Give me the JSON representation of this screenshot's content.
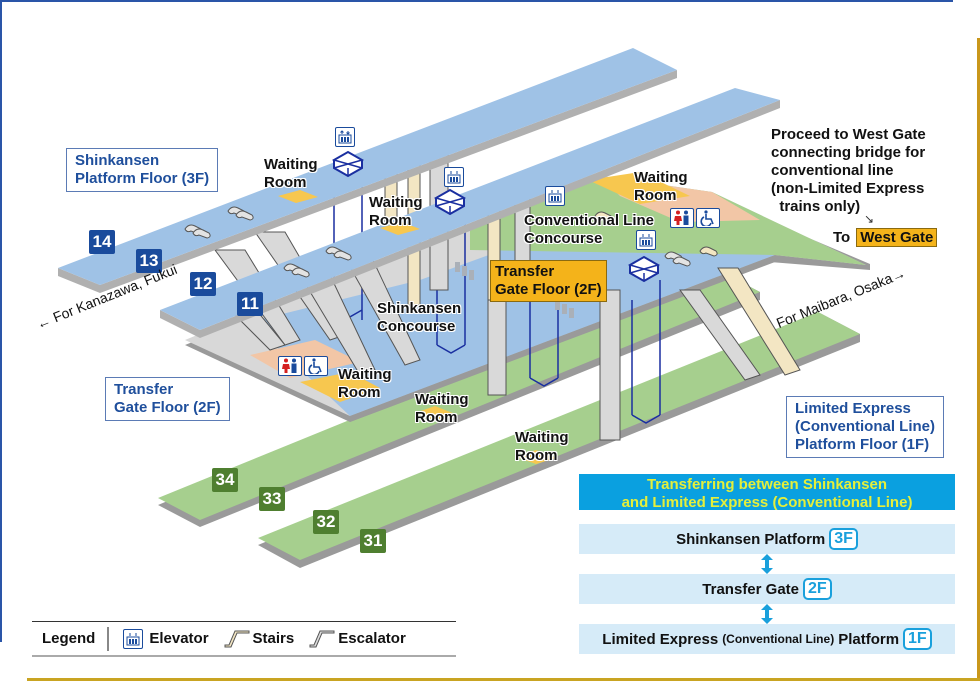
{
  "colors": {
    "frame_blue": "#2a55a8",
    "frame_gold": "#c9971b",
    "shinkansen_floor": "#9fc2e6",
    "conventional_floor": "#a6cf8e",
    "slab_shadow": "#b5b5b5",
    "waiting_room": "#f7c74f",
    "restroom_area": "#f2c6a6",
    "gate_highlight": "#f4b31a",
    "elevator_blue": "#1a2fa0",
    "panel_header": "#0aa0e0",
    "panel_header_text": "#e5ef3a",
    "panel_row": "#d6ebf8",
    "floor_badge": "#1aa0dc",
    "track_blue": "#1a4b9c",
    "track_green": "#4f7f30"
  },
  "floor_labels": {
    "shinkansen_3f": [
      "Shinkansen",
      "Platform Floor (3F)"
    ],
    "transfer_2f": [
      "Transfer",
      "Gate Floor (2F)"
    ],
    "transfer_gate_center": [
      "Transfer",
      "Gate Floor (2F)"
    ],
    "limited_express_1f": [
      "Limited Express",
      "(Conventional Line)",
      "Platform Floor (1F)"
    ]
  },
  "tracks": {
    "shinkansen": [
      "14",
      "13",
      "12",
      "11"
    ],
    "conventional": [
      "34",
      "33",
      "32",
      "31"
    ]
  },
  "areas": {
    "waiting_room": [
      "Waiting",
      "Room"
    ],
    "shinkansen_concourse": [
      "Shinkansen",
      "Concourse"
    ],
    "conventional_concourse": [
      "Conventional Line",
      "Concourse"
    ]
  },
  "directions": {
    "west": "← For Kanazawa, Fukui",
    "east": "For Maibara, Osaka→"
  },
  "west_gate_note": {
    "lines": [
      "Proceed to West Gate",
      "connecting bridge for",
      "conventional line",
      "(non-Limited Express",
      "  trains only)"
    ],
    "arrow": "↘",
    "to_label": "To",
    "gate_label": "West Gate"
  },
  "transfer_panel": {
    "title": [
      "Transferring between Shinkansen",
      "and Limited Express (Conventional Line)"
    ],
    "rows": [
      {
        "label": "Shinkansen Platform",
        "small": "",
        "label2": "",
        "floor": "3F"
      },
      {
        "label": "Transfer Gate",
        "small": "",
        "label2": "",
        "floor": "2F"
      },
      {
        "label": "Limited Express",
        "small": "(Conventional Line)",
        "label2": "Platform",
        "floor": "1F"
      }
    ],
    "arrow_icon": "updown-arrow-icon"
  },
  "legend": {
    "title": "Legend",
    "items": [
      {
        "icon": "elevator-icon",
        "label": "Elevator"
      },
      {
        "icon": "stairs-icon",
        "label": "Stairs"
      },
      {
        "icon": "escalator-icon",
        "label": "Escalator"
      }
    ]
  }
}
